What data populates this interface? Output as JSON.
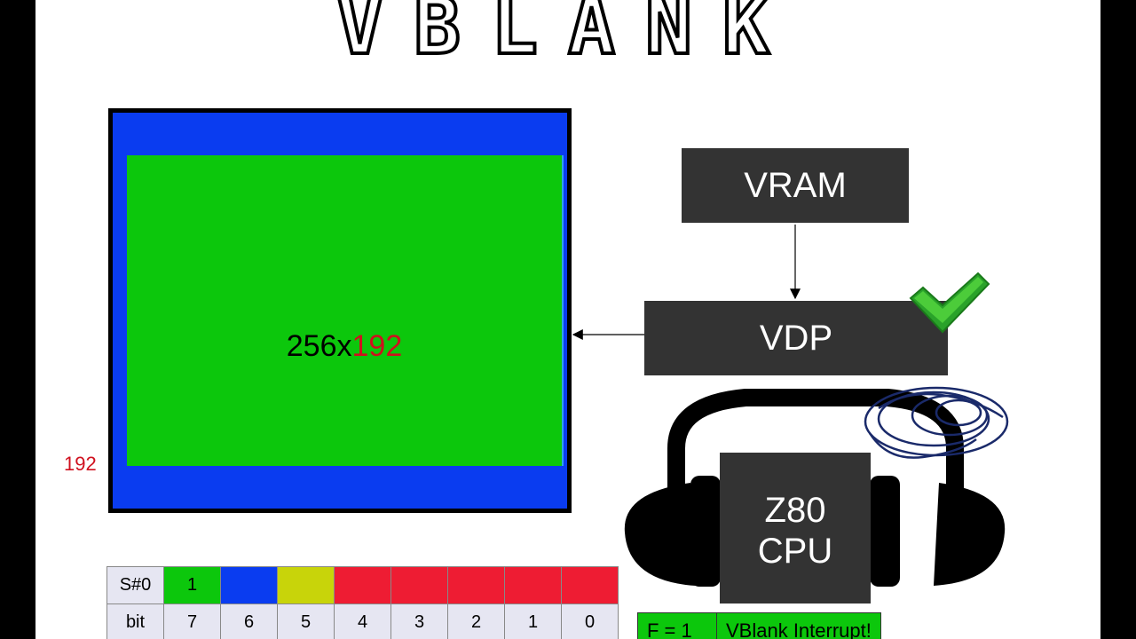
{
  "title": "VBLANK",
  "screen": {
    "resolution_width": "256x",
    "resolution_height": "192",
    "side_label": "192"
  },
  "boxes": {
    "vram": "VRAM",
    "vdp": "VDP",
    "cpu_line1": "Z80",
    "cpu_line2": "CPU"
  },
  "register": {
    "row_label": "S#0",
    "bit_label": "bit",
    "value": "1",
    "bits": [
      "7",
      "6",
      "5",
      "4",
      "3",
      "2",
      "1",
      "0"
    ]
  },
  "status": {
    "flag": "F = 1",
    "message": "VBlank Interrupt!"
  },
  "colors": {
    "border": "#0a3cf0",
    "active": "#0cc70c",
    "highlight": "#d0101e",
    "bit5": "#c8d40a",
    "low_bits": "#ee1c33",
    "box": "#333333"
  }
}
